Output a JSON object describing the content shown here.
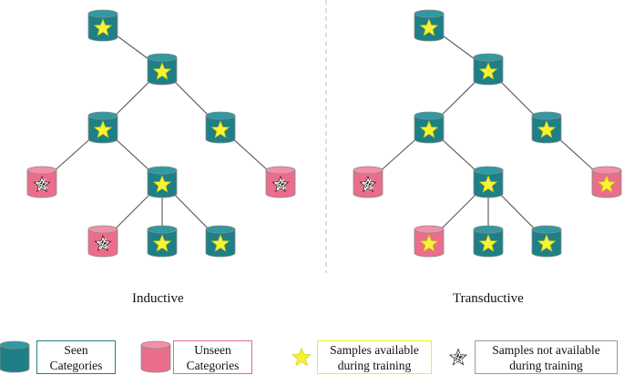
{
  "panels": [
    {
      "id": "inductive",
      "title": "Inductive",
      "nodes": [
        {
          "id": "root",
          "category": "seen",
          "star": "available"
        },
        {
          "id": "n1",
          "category": "seen",
          "star": "available"
        },
        {
          "id": "n2",
          "category": "seen",
          "star": "available"
        },
        {
          "id": "n3",
          "category": "seen",
          "star": "available"
        },
        {
          "id": "n4",
          "category": "unseen",
          "star": "not-available"
        },
        {
          "id": "n5",
          "category": "seen",
          "star": "available"
        },
        {
          "id": "n6",
          "category": "unseen",
          "star": "not-available"
        },
        {
          "id": "n7",
          "category": "unseen",
          "star": "not-available"
        },
        {
          "id": "n8",
          "category": "seen",
          "star": "available"
        },
        {
          "id": "n9",
          "category": "seen",
          "star": "available"
        }
      ]
    },
    {
      "id": "transductive",
      "title": "Transductive",
      "nodes": [
        {
          "id": "root",
          "category": "seen",
          "star": "available"
        },
        {
          "id": "n1",
          "category": "seen",
          "star": "available"
        },
        {
          "id": "n2",
          "category": "seen",
          "star": "available"
        },
        {
          "id": "n3",
          "category": "seen",
          "star": "available"
        },
        {
          "id": "n4",
          "category": "unseen",
          "star": "not-available"
        },
        {
          "id": "n5",
          "category": "seen",
          "star": "available"
        },
        {
          "id": "n6",
          "category": "unseen",
          "star": "available"
        },
        {
          "id": "n7",
          "category": "unseen",
          "star": "available"
        },
        {
          "id": "n8",
          "category": "seen",
          "star": "available"
        },
        {
          "id": "n9",
          "category": "seen",
          "star": "available"
        }
      ]
    }
  ],
  "edges": [
    [
      "root",
      "n1"
    ],
    [
      "n1",
      "n2"
    ],
    [
      "n1",
      "n3"
    ],
    [
      "n2",
      "n4"
    ],
    [
      "n2",
      "n5"
    ],
    [
      "n3",
      "n6"
    ],
    [
      "n5",
      "n7"
    ],
    [
      "n5",
      "n8"
    ],
    [
      "n5",
      "n9"
    ]
  ],
  "legend": {
    "seen": {
      "line1": "Seen",
      "line2": "Categories"
    },
    "unseen": {
      "line1": "Unseen",
      "line2": "Categories"
    },
    "available": {
      "line1": "Samples available",
      "line2": "during training"
    },
    "not_available": {
      "line1": "Samples not available",
      "line2": "during training"
    }
  },
  "colors": {
    "seen_fill": "#1f7f87",
    "seen_top": "#2e9aa3",
    "unseen_fill": "#ea6e8c",
    "unseen_top": "#f48fa8",
    "star": "#f7f235",
    "star_dark": "#1a1a1a",
    "edge": "#555555",
    "divider": "#c8c8c8",
    "seen_border": "#1f7f87",
    "unseen_border": "#e0679a",
    "available_border": "#eeee20",
    "not_available_border": "#9a9a9a"
  }
}
